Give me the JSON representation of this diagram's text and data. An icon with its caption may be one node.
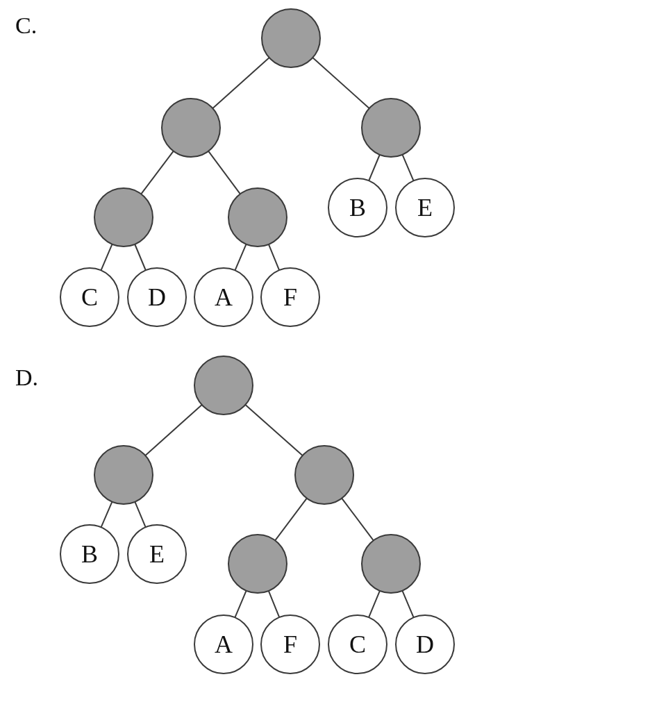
{
  "diagram": {
    "nodes": [
      {
        "text": [],
        "shape": "circle"
      },
      {
        "text": [],
        "shape": "circle"
      },
      {
        "text": [],
        "shape": "circle"
      },
      {
        "text": [],
        "shape": "circle"
      },
      {
        "text": [],
        "shape": "circle"
      },
      {
        "text": [
          "B"
        ]
      },
      {
        "text": [
          "E"
        ]
      },
      {
        "text": [
          "C"
        ]
      },
      {
        "text": [
          "D"
        ]
      },
      {
        "text": [
          "A"
        ]
      },
      {
        "text": [
          "F"
        ]
      },
      {
        "text": [],
        "shape": "circle"
      },
      {
        "text": [],
        "shape": "circle"
      },
      {
        "text": [],
        "shape": "circle"
      },
      {
        "text": [
          "B"
        ]
      },
      {
        "text": [
          "E"
        ]
      },
      {
        "text": [],
        "shape": "circle"
      },
      {
        "text": [],
        "shape": "circle"
      },
      {
        "text": [
          "A"
        ]
      },
      {
        "text": [
          "F"
        ]
      },
      {
        "text": [
          "C"
        ]
      },
      {
        "text": [
          "D"
        ]
      }
    ],
    "edges": [
      {
        "from": 0,
        "to": 1,
        "arrow": "none"
      },
      {
        "from": 0,
        "to": 2,
        "arrow": "none"
      },
      {
        "from": 1,
        "to": 3,
        "arrow": "none"
      },
      {
        "from": 1,
        "to": 4,
        "arrow": "none"
      },
      {
        "from": 2,
        "to": 5,
        "arrow": "none"
      },
      {
        "from": 2,
        "to": 6,
        "arrow": "none"
      },
      {
        "from": 3,
        "to": 7,
        "arrow": "none"
      },
      {
        "from": 3,
        "to": 8,
        "arrow": "none"
      },
      {
        "from": 4,
        "to": 9,
        "arrow": "none"
      },
      {
        "from": 4,
        "to": 10,
        "arrow": "none"
      },
      {
        "from": 11,
        "to": 12,
        "arrow": "none"
      },
      {
        "from": 11,
        "to": 13,
        "arrow": "none"
      },
      {
        "from": 12,
        "to": 14,
        "arrow": "none"
      },
      {
        "from": 12,
        "to": 15,
        "arrow": "none"
      },
      {
        "from": 13,
        "to": 16,
        "arrow": "none"
      },
      {
        "from": 13,
        "to": 17,
        "arrow": "none"
      },
      {
        "from": 16,
        "to": 18,
        "arrow": "none"
      },
      {
        "from": 16,
        "to": 19,
        "arrow": "none"
      },
      {
        "from": 17,
        "to": 20,
        "arrow": "none"
      },
      {
        "from": 17,
        "to": 21,
        "arrow": "none"
      }
    ],
    "labels": [
      "C.",
      "D."
    ]
  }
}
